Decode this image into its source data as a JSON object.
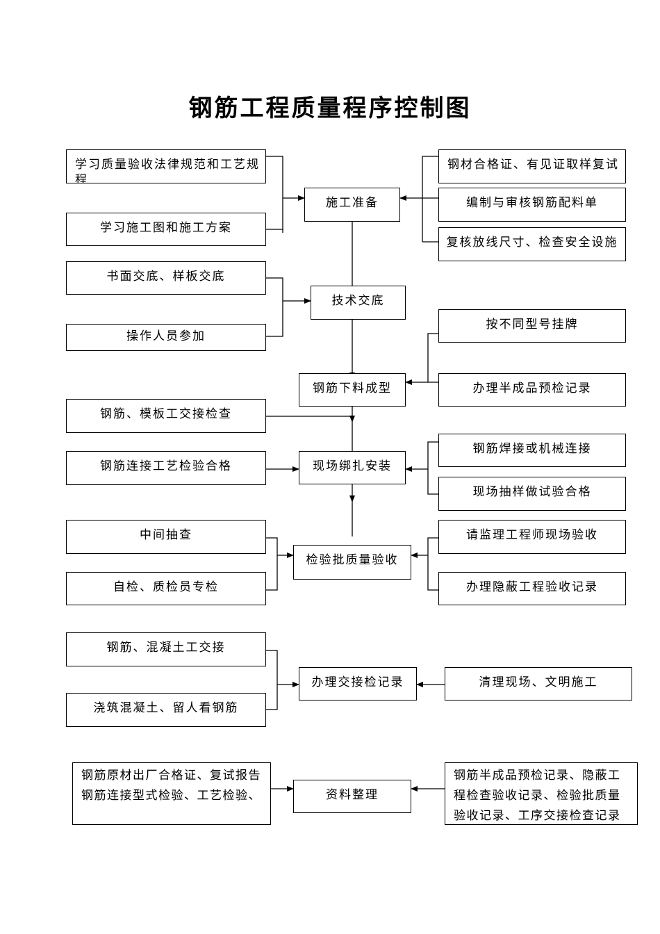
{
  "title": "钢筋工程质量程序控制图",
  "nodes": {
    "prep": "施工准备",
    "study_rules": "学习质量验收法律规范和工艺规程",
    "study_drawings": "学习施工图和施工方案",
    "steel_cert": "钢材合格证、有见证取样复试",
    "material_list": "编制与审核钢筋配料单",
    "recheck_layout": "复核放线尺寸、检查安全设施",
    "tech_brief": "技术交底",
    "written_brief": "书面交底、样板交底",
    "operators_join": "操作人员参加",
    "cutting": "钢筋下料成型",
    "tag_by_type": "按不同型号挂牌",
    "semi_precheck": "办理半成品预检记录",
    "formwork_handover": "钢筋、模板工交接检查",
    "binding": "现场绑扎安装",
    "connection_test": "钢筋连接工艺检验合格",
    "welding": "钢筋焊接或机械连接",
    "sampling_test": "现场抽样做试验合格",
    "batch_accept": "检验批质量验收",
    "spot_check": "中间抽查",
    "self_check": "自检、质检员专检",
    "supervisor_accept": "请监理工程师现场验收",
    "concealed_record": "办理隐蔽工程验收记录",
    "handover_record": "办理交接检记录",
    "concrete_handover": "钢筋、混凝土工交接",
    "pouring_watch": "浇筑混凝土、留人看钢筋",
    "cleanup": "清理现场、文明施工",
    "docs": "资料整理",
    "docs_left": [
      "钢筋原材出厂合格证、复试报告",
      "钢筋连接型式检验、工艺检验、"
    ],
    "docs_right": [
      "钢筋半成品预检记录、隐蔽工",
      "程检查验收记录、检验批质量",
      "验收记录、工序交接检查记录"
    ]
  }
}
